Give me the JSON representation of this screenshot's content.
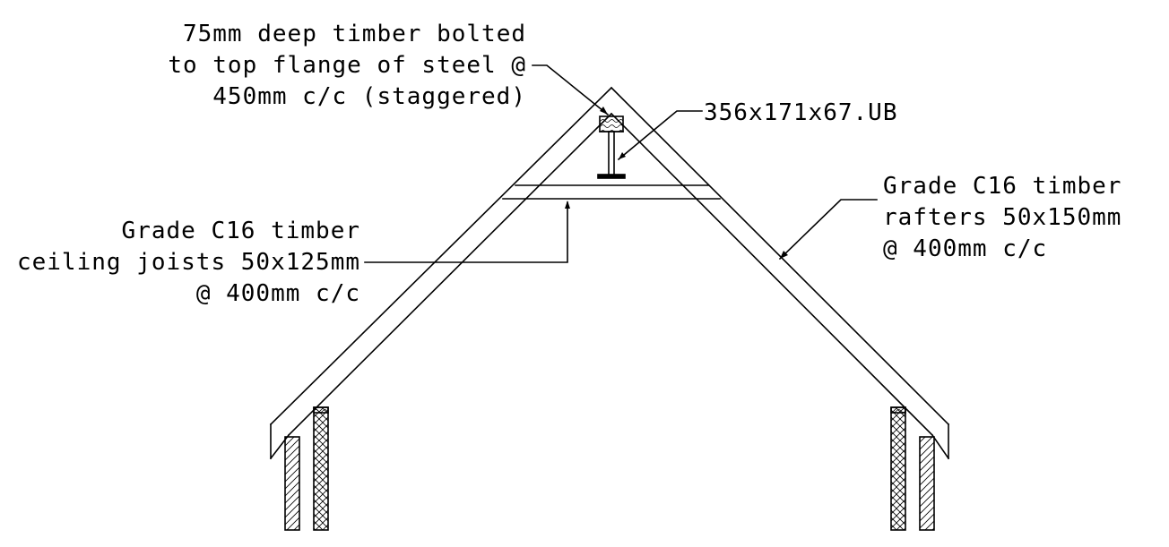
{
  "drawing": {
    "line_color": "#000000",
    "background": "#ffffff",
    "timber_block": {
      "label_lines": [
        "75mm deep timber bolted",
        "to top flange of steel @",
        "450mm c/c (staggered)"
      ]
    },
    "steel_beam": {
      "label": "356x171x67.UB"
    },
    "ceiling_joists": {
      "label_lines": [
        "Grade C16 timber",
        "ceiling joists 50x125mm",
        "@ 400mm c/c"
      ]
    },
    "rafters": {
      "label_lines": [
        "Grade C16 timber",
        "rafters 50x150mm",
        "@ 400mm c/c"
      ]
    }
  }
}
